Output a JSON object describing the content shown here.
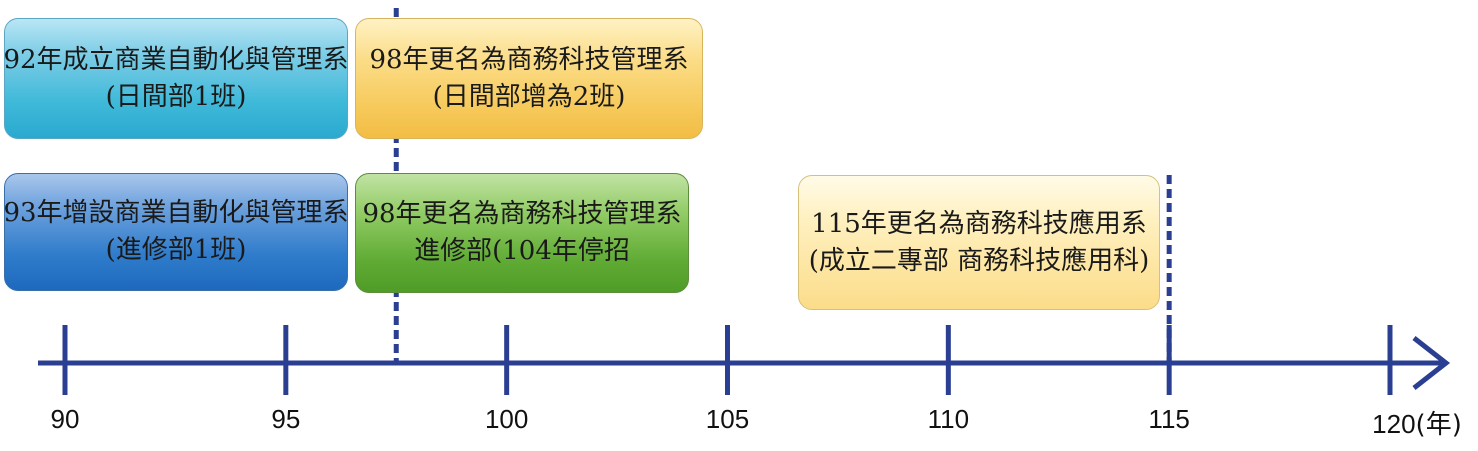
{
  "diagram": {
    "axis": {
      "ticks": [
        {
          "value": 90,
          "label": "90"
        },
        {
          "value": 95,
          "label": "95"
        },
        {
          "value": 100,
          "label": "100"
        },
        {
          "value": 105,
          "label": "105"
        },
        {
          "value": 110,
          "label": "110"
        },
        {
          "value": 115,
          "label": "115"
        },
        {
          "value": 120,
          "label": "120"
        }
      ],
      "unit": "(年)",
      "color": "#2b3f92"
    },
    "boxes": {
      "day_2003": {
        "line1": "92年成立商業自動化與管理系",
        "line2": "(日間部1班)"
      },
      "evening_2004": {
        "line1": "93年增設商業自動化與管理系",
        "line2": "(進修部1班)"
      },
      "day_2009": {
        "line1": "98年更名為商務科技管理系",
        "line2": "(日間部增為2班)"
      },
      "evening_2009": {
        "line1": "98年更名為商務科技管理系",
        "line2": "進修部(104年停招"
      },
      "rename_2026": {
        "line1": "115年更名為商務科技應用系",
        "line2": "(成立二專部  商務科技應用科)"
      }
    },
    "markers": [
      {
        "year": 97.5
      },
      {
        "year": 115
      }
    ]
  }
}
